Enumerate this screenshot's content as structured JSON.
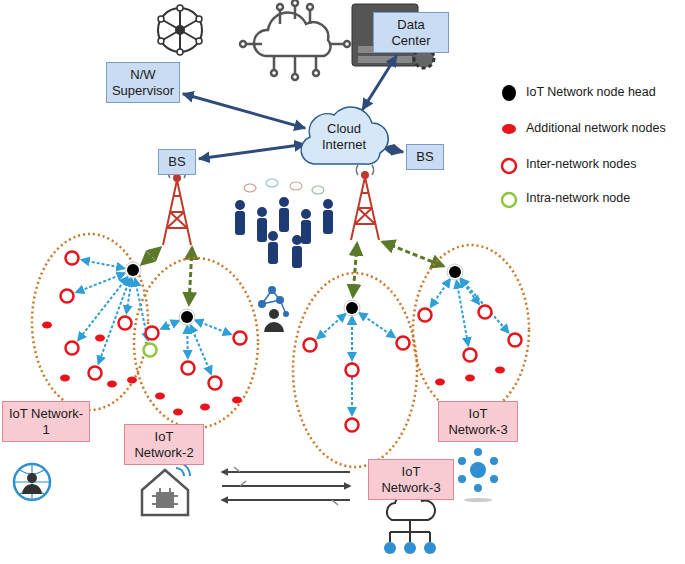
{
  "diagram": {
    "nodes": [
      {
        "text": [
          "N/W Supervisor"
        ]
      },
      {
        "text": [
          "Data Center"
        ]
      },
      {
        "text": [
          "Cloud Internet"
        ]
      },
      {
        "text": [
          "BS"
        ]
      },
      {
        "text": [
          "BS"
        ]
      },
      {
        "text": [
          "IoT Network-1"
        ]
      },
      {
        "text": [
          "IoT Network-2"
        ]
      },
      {
        "text": [
          "IoT Network-3"
        ]
      },
      {
        "text": [
          "IoT Network-3"
        ]
      }
    ],
    "edges": [
      {
        "from": 0,
        "to": 2,
        "arrow": "both"
      },
      {
        "from": 1,
        "to": 2,
        "arrow": "both"
      },
      {
        "from": 2,
        "to": 3,
        "arrow": "both"
      },
      {
        "from": 2,
        "to": 4,
        "arrow": "both"
      }
    ],
    "legend": [
      {
        "text": "IoT Network node head",
        "color": "#000000"
      },
      {
        "text": "Additional network nodes",
        "color": "#e8141b"
      },
      {
        "text": "Inter-network nodes"
      },
      {
        "text": "Intra-network node"
      }
    ]
  }
}
